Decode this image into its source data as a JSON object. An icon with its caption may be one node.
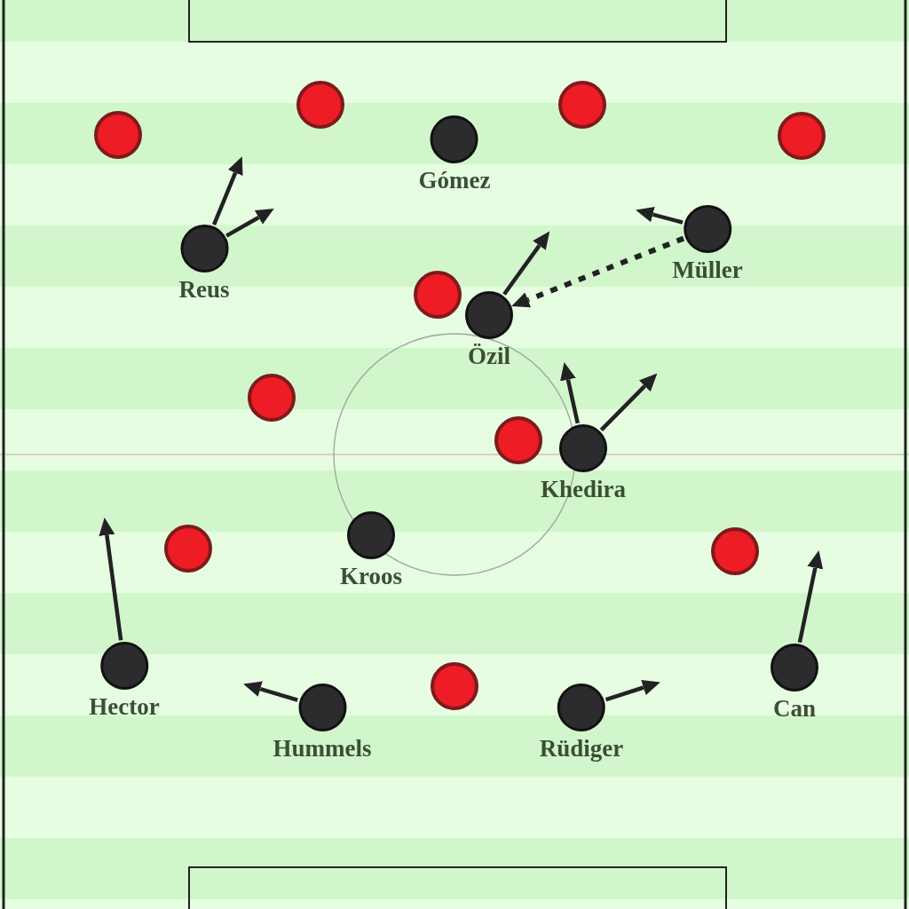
{
  "diagram": {
    "nodes": [
      {
        "text": [],
        "shape": "circle"
      },
      {
        "text": [],
        "shape": "circle"
      },
      {
        "text": [],
        "shape": "circle"
      },
      {
        "text": [],
        "shape": "circle"
      },
      {
        "text": [
          "Gómez"
        ]
      },
      {
        "text": [
          "Müller"
        ]
      },
      {
        "text": [
          "Reus"
        ]
      },
      {
        "text": [],
        "shape": "circle"
      },
      {
        "text": [
          "Özil"
        ]
      },
      {
        "text": [],
        "shape": "circle"
      },
      {
        "text": [],
        "shape": "circle"
      },
      {
        "text": [
          "Khedira"
        ]
      },
      {
        "text": [
          "Kroos"
        ]
      },
      {
        "text": [],
        "shape": "circle"
      },
      {
        "text": [],
        "shape": "circle"
      },
      {
        "text": [
          "Hector"
        ]
      },
      {
        "text": [
          "Can"
        ]
      },
      {
        "text": [],
        "shape": "circle"
      },
      {
        "text": [
          "Hummels"
        ]
      },
      {
        "text": [
          "Rüdiger"
        ]
      }
    ],
    "edges": [
      {
        "from": 6,
        "to": null,
        "arrow": "to"
      },
      {
        "from": 6,
        "to": null,
        "arrow": "to"
      },
      {
        "from": 5,
        "to": null,
        "arrow": "to"
      },
      {
        "from": 5,
        "to": 8,
        "arrow": "to",
        "style": "dashed"
      },
      {
        "from": 8,
        "to": null,
        "arrow": "to"
      },
      {
        "from": 11,
        "to": null,
        "arrow": "to"
      },
      {
        "from": 11,
        "to": null,
        "arrow": "to"
      },
      {
        "from": 15,
        "to": null,
        "arrow": "to"
      },
      {
        "from": 18,
        "to": null,
        "arrow": "to"
      },
      {
        "from": 19,
        "to": null,
        "arrow": "to"
      },
      {
        "from": 16,
        "to": null,
        "arrow": "to"
      }
    ]
  }
}
